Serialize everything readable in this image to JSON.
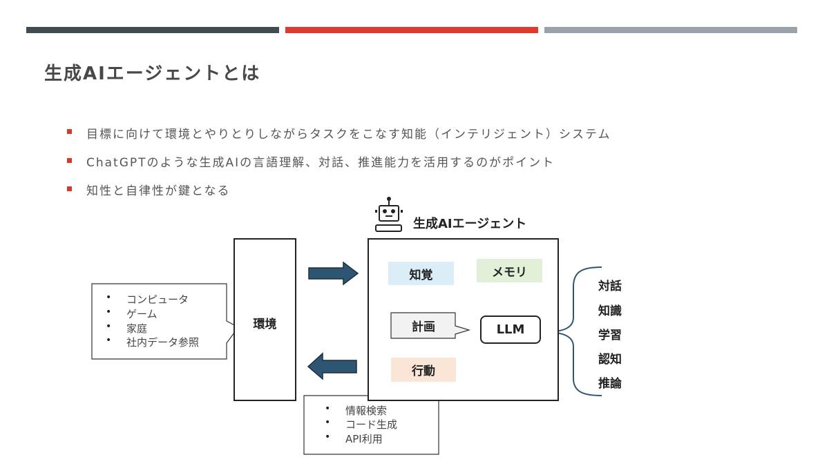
{
  "colors": {
    "bar_dark": "#414b52",
    "bar_red": "#e03a2e",
    "bar_gray": "#9aa3ab",
    "arrow": "#2e5672"
  },
  "title": "生成AIエージェントとは",
  "bullets": [
    "目標に向けて環境とやりとりしながらタスクをこなす知能（インテリジェント）システム",
    "ChatGPTのような生成AIの言語理解、対話、推進能力を活用するのがポイント",
    "知性と自律性が鍵となる"
  ],
  "diagram": {
    "environment": "環境",
    "agent_title": "生成AIエージェント",
    "perception": "知覚",
    "memory": "メモリ",
    "planning": "計画",
    "llm": "LLM",
    "action": "行動",
    "capabilities": [
      "対話",
      "知識",
      "学習",
      "認知",
      "推論"
    ],
    "env_examples": [
      "コンピュータ",
      "ゲーム",
      "家庭",
      "社内データ参照"
    ],
    "action_examples": [
      "情報検索",
      "コード生成",
      "API利用"
    ],
    "bullet": "•"
  }
}
